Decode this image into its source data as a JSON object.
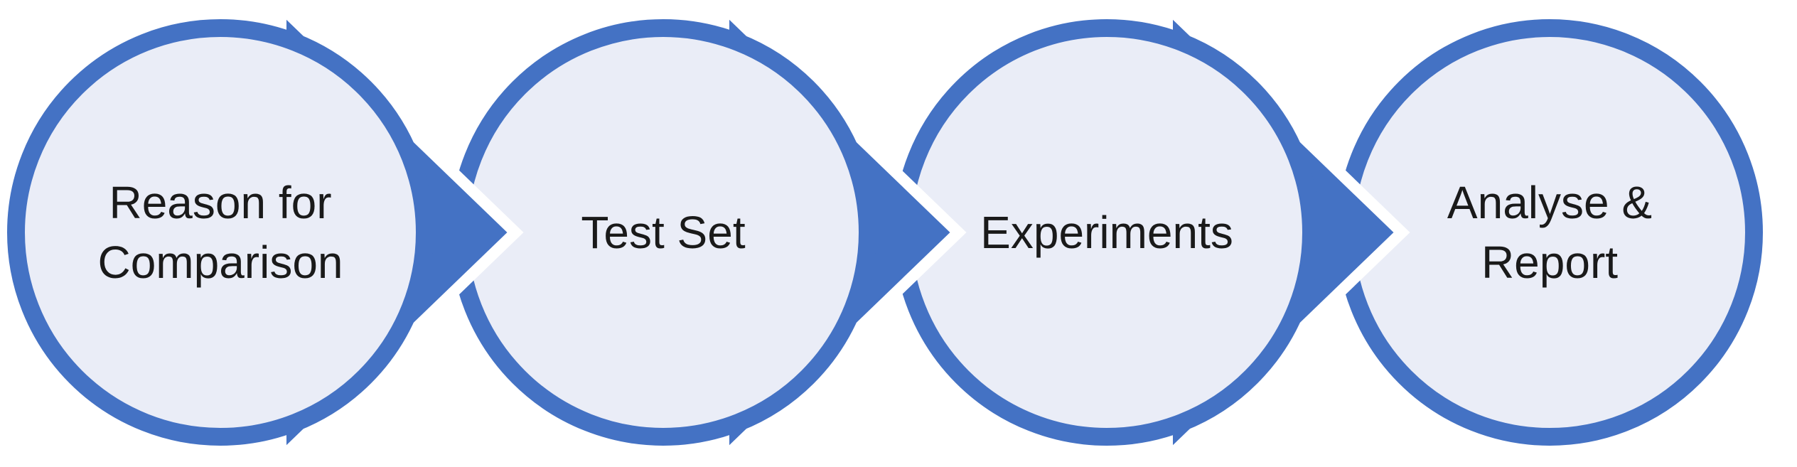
{
  "diagram": {
    "type": "process-flow",
    "stages": [
      {
        "label": "Reason for Comparison"
      },
      {
        "label": "Test Set"
      },
      {
        "label": "Experiments"
      },
      {
        "label": "Analyse & Report"
      }
    ],
    "connector": "right-arrow",
    "colors": {
      "accent": "#4472C4",
      "circle_fill": "#EAEDF7",
      "arrow_outline": "#FFFFFF",
      "text": "#1A1A1A",
      "background": "#FFFFFF"
    }
  }
}
